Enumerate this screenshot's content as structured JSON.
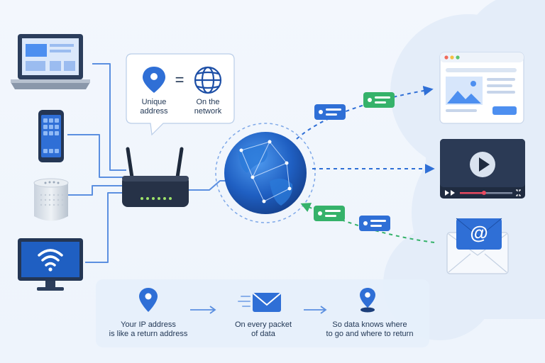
{
  "callout": {
    "left_label": [
      "Unique",
      "address"
    ],
    "equals": "=",
    "right_label": [
      "On the",
      "network"
    ],
    "left_icon": "location-pin-icon",
    "right_icon": "globe-icon"
  },
  "devices": [
    "laptop",
    "smartphone",
    "smart-speaker",
    "monitor-wifi"
  ],
  "hub": [
    "router",
    "globe"
  ],
  "destinations": [
    "webpage",
    "video-player",
    "email"
  ],
  "bottom_steps": [
    {
      "icon": "location-pin-icon",
      "lines": [
        "Your IP address",
        "is like a return address"
      ]
    },
    {
      "icon": "email-icon",
      "lines": [
        "On every packet",
        "of data"
      ]
    },
    {
      "icon": "map-pin-icon",
      "lines": [
        "So data knows where",
        "to go and where to return"
      ]
    }
  ],
  "email_symbol": "@",
  "colors": {
    "primary": "#2f6fd6",
    "dark": "#1d3f7a",
    "green": "#35b26a",
    "line": "#5b8fe0",
    "panel": "#e6effb"
  }
}
